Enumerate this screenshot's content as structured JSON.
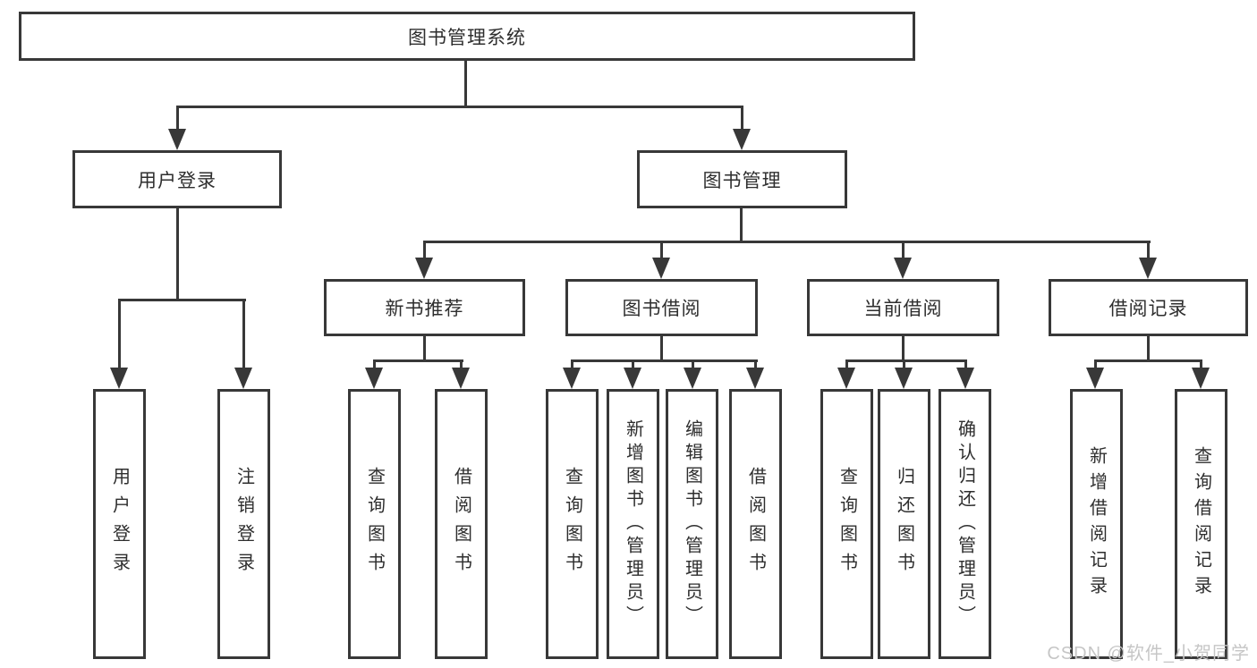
{
  "tree": {
    "root": {
      "label": "图书管理系统",
      "children": [
        {
          "label": "用户登录",
          "children": [
            {
              "label": "用户登录"
            },
            {
              "label": "注销登录"
            }
          ]
        },
        {
          "label": "图书管理",
          "children": [
            {
              "label": "新书推荐",
              "children": [
                {
                  "label": "查询图书"
                },
                {
                  "label": "借阅图书"
                }
              ]
            },
            {
              "label": "图书借阅",
              "children": [
                {
                  "label": "查询图书"
                },
                {
                  "label": "新增图书（管理员）"
                },
                {
                  "label": "编辑图书（管理员）"
                },
                {
                  "label": "借阅图书"
                }
              ]
            },
            {
              "label": "当前借阅",
              "children": [
                {
                  "label": "查询图书"
                },
                {
                  "label": "归还图书"
                },
                {
                  "label": "确认归还（管理员）"
                }
              ]
            },
            {
              "label": "借阅记录",
              "children": [
                {
                  "label": "新增借阅记录"
                },
                {
                  "label": "查询借阅记录"
                }
              ]
            }
          ]
        }
      ]
    }
  },
  "watermark": {
    "text": "CSDN @软件_小贺同学"
  },
  "colors": {
    "line": "#383838",
    "box_border": "#383838",
    "text": "#2e2e2e",
    "watermark": "#c6c6c6",
    "background": "#ffffff"
  }
}
